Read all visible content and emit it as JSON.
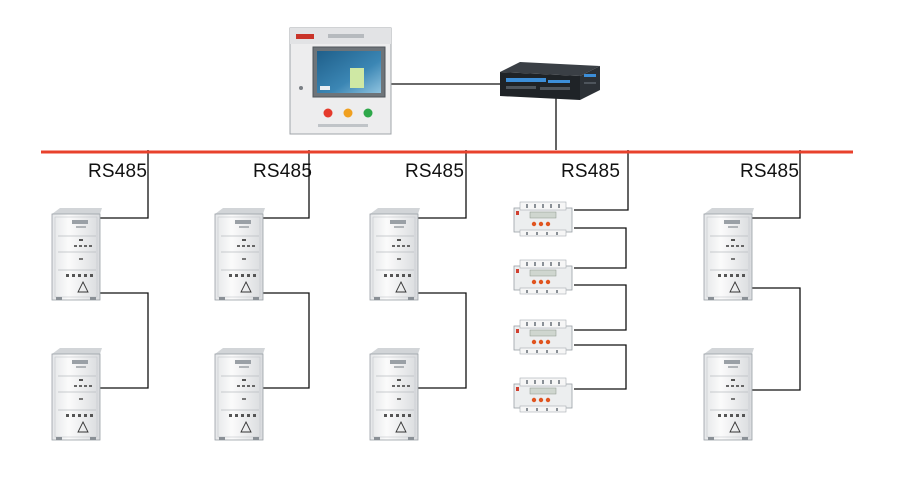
{
  "bus": {
    "labels": [
      "RS485",
      "RS485",
      "RS485",
      "RS485",
      "RS485"
    ],
    "line_color": "#e8412c"
  },
  "icons": {
    "host": "monitoring-host-panel-icon",
    "gateway": "communication-gateway-icon",
    "cabinet": "power-cabinet-icon",
    "meter": "din-rail-meter-icon"
  },
  "host": {
    "indicator_colors": [
      "#e53a2c",
      "#f0a020",
      "#2ea84a"
    ]
  }
}
